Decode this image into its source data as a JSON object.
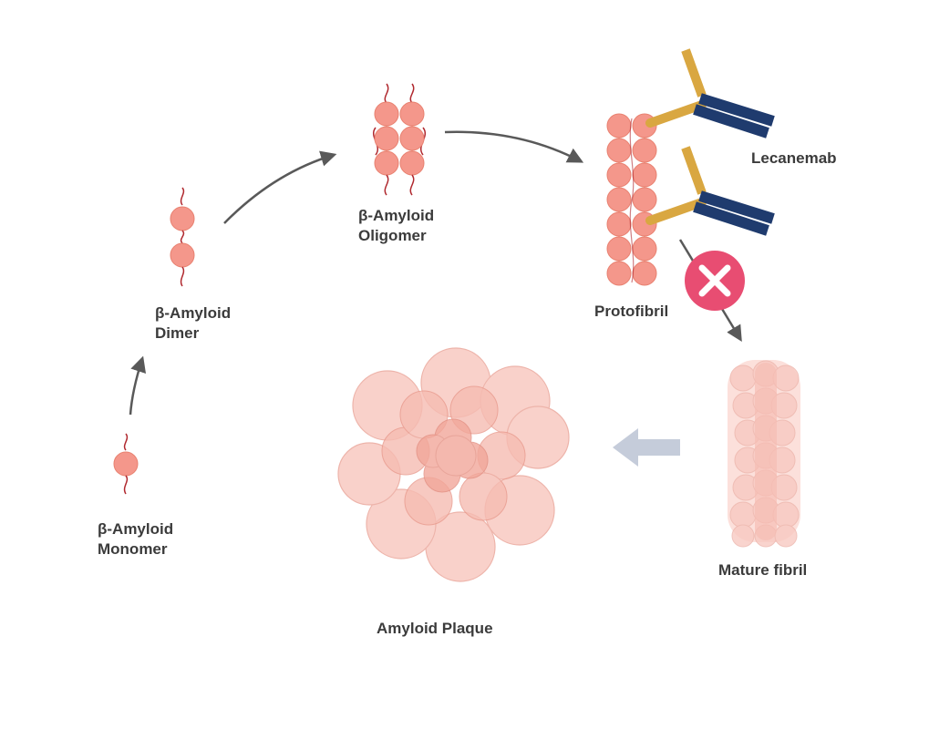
{
  "labels": {
    "monomer": [
      "β-Amyloid",
      "Monomer"
    ],
    "dimer": [
      "β-Amyloid",
      "Dimer"
    ],
    "oligomer": [
      "β-Amyloid",
      "Oligomer"
    ],
    "protofibril": "Protofibril",
    "lecanemab": "Lecanemab",
    "mature_fibril": "Mature fibril",
    "plaque": "Amyloid Plaque"
  },
  "colors": {
    "sphere": "#f4978b",
    "sphere_stroke": "#e8806f",
    "strand": "#b0282e",
    "arrow": "#595959",
    "block_arrow": "#c5ccda",
    "antibody_heavy": "#1f3b6e",
    "antibody_fc": "#d9a741",
    "inhibit": "#e84d72",
    "plaque": "#f6bcb2",
    "text": "#3b3b3b"
  },
  "icons": {
    "inhibit": "x-circle-icon",
    "antibody": "antibody-icon"
  }
}
